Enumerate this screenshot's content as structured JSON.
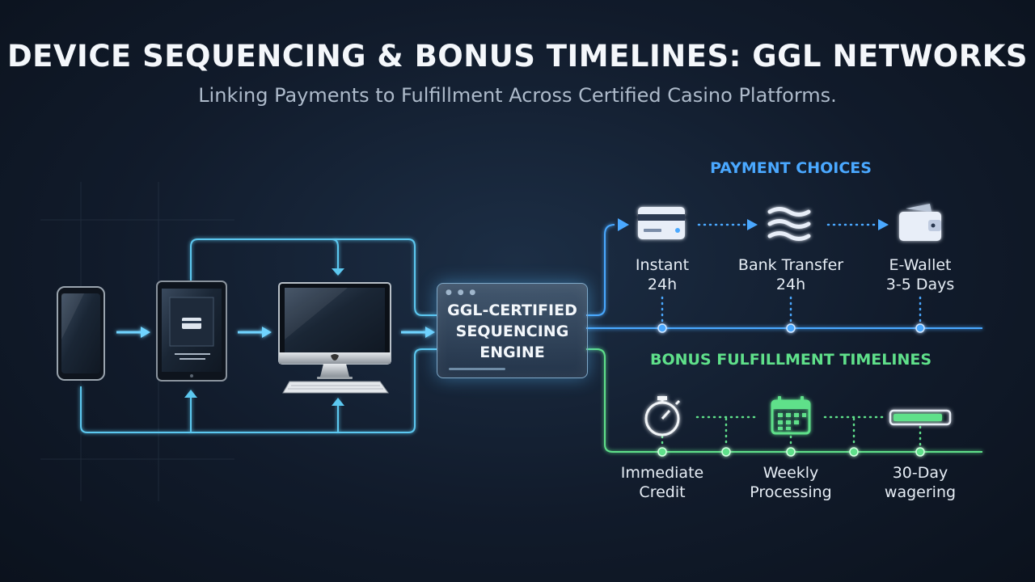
{
  "header": {
    "title": "DEVICE SEQUENCING & BONUS TIMELINES: GGL NETWORKS",
    "subtitle": "Linking Payments to Fulfillment Across Certified Casino Platforms."
  },
  "engine": {
    "line1": "GGL-CERTIFIED",
    "line2": "SEQUENCING",
    "line3": "ENGINE"
  },
  "payment": {
    "heading": "PAYMENT CHOICES",
    "color": "#4aa8ff",
    "items": [
      {
        "name": "Instant",
        "time": "24h",
        "icon": "credit-card-icon"
      },
      {
        "name": "Bank Transfer",
        "time": "24h",
        "icon": "bank-waves-icon"
      },
      {
        "name": "E-Wallet",
        "time": "3-5 Days",
        "icon": "wallet-icon"
      }
    ]
  },
  "bonus": {
    "heading": "BONUS FULFILLMENT TIMELINES",
    "color": "#5fe08a",
    "items": [
      {
        "line1": "Immediate",
        "line2": "Credit",
        "icon": "stopwatch-icon"
      },
      {
        "line1": "Weekly",
        "line2": "Processing",
        "icon": "calendar-icon"
      },
      {
        "line1": "30-Day",
        "line2": "wagering",
        "icon": "progress-bar-icon"
      }
    ]
  },
  "devices": [
    "smartphone",
    "tablet",
    "desktop-computer"
  ]
}
